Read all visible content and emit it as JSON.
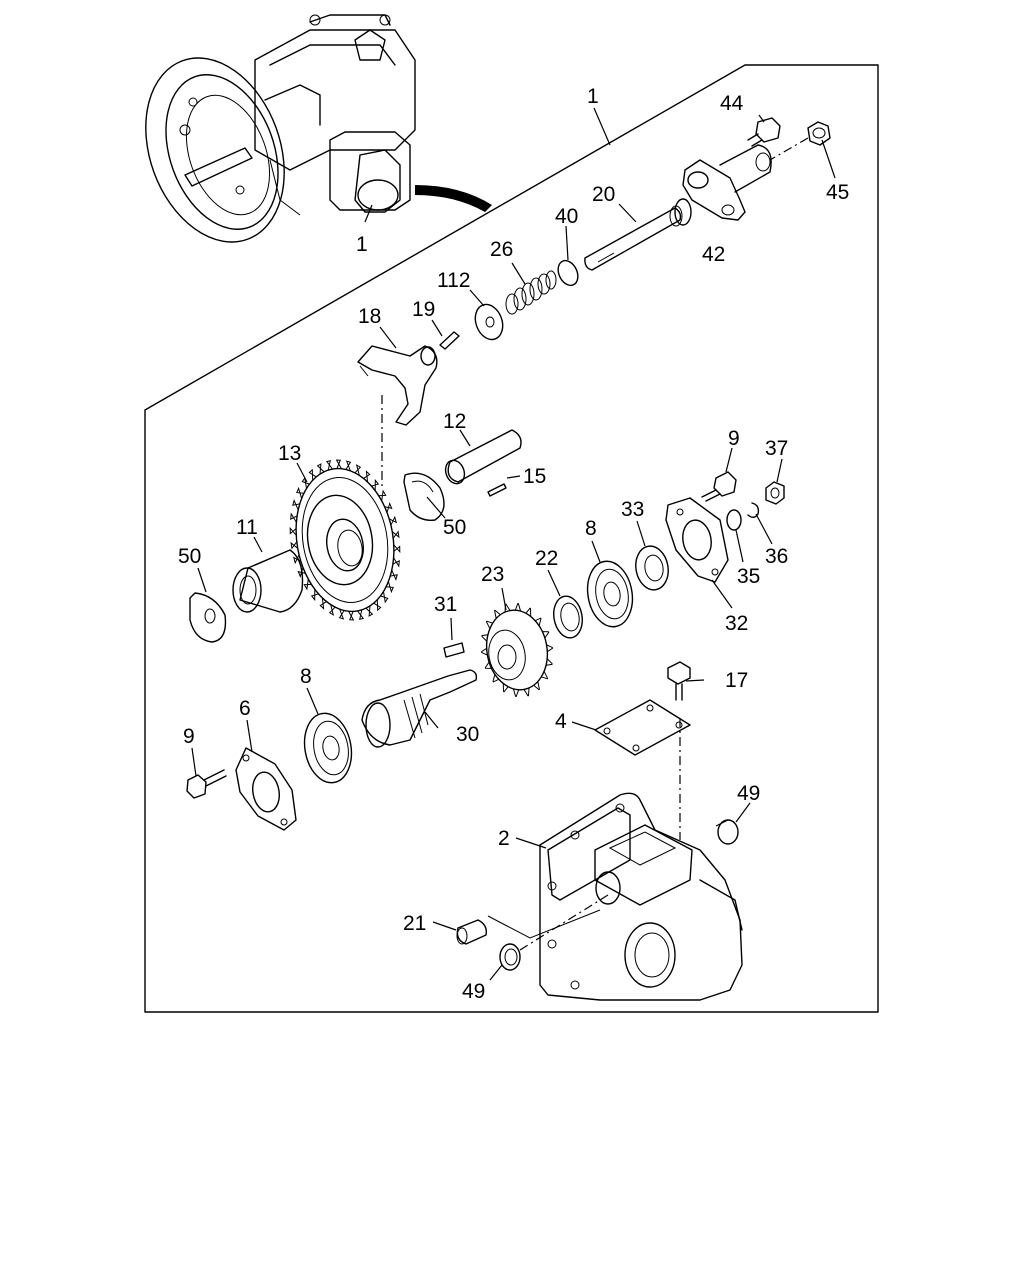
{
  "labels": {
    "c1_top": "1",
    "c1_inset": "1",
    "c2": "2",
    "c4": "4",
    "c6": "6",
    "c8_upper": "8",
    "c8_lower": "8",
    "c9_upper": "9",
    "c9_lower": "9",
    "c11": "11",
    "c12": "12",
    "c13": "13",
    "c15": "15",
    "c17": "17",
    "c18": "18",
    "c19": "19",
    "c20": "20",
    "c21": "21",
    "c22": "22",
    "c23": "23",
    "c26": "26",
    "c30": "30",
    "c31": "31",
    "c32": "32",
    "c33": "33",
    "c35": "35",
    "c36": "36",
    "c37": "37",
    "c40": "40",
    "c42": "42",
    "c44": "44",
    "c45": "45",
    "c49_right": "49",
    "c49_lower": "49",
    "c50_left": "50",
    "c50_right": "50",
    "c112": "112"
  }
}
